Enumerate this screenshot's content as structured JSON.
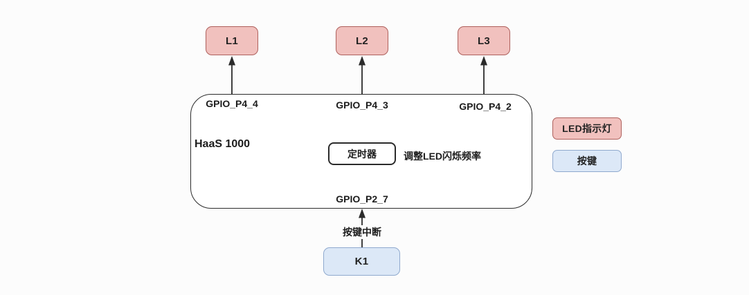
{
  "diagram": {
    "board": {
      "title": "HaaS 1000",
      "timer": {
        "label": "定时器",
        "note": "调整LED闪烁频率"
      },
      "pins": {
        "led1": "GPIO_P4_4",
        "led2": "GPIO_P4_3",
        "led3": "GPIO_P4_2",
        "key": "GPIO_P2_7"
      }
    },
    "leds": [
      {
        "id": "L1"
      },
      {
        "id": "L2"
      },
      {
        "id": "L3"
      }
    ],
    "key": {
      "id": "K1",
      "interrupt_label": "按键中断"
    },
    "legend": {
      "led": "LED指示灯",
      "key": "按键"
    },
    "colors": {
      "led_fill": "#f1c1be",
      "led_border": "#ae605c",
      "key_fill": "#dce8f7",
      "key_border": "#8fa9ce",
      "line": "#2b2b2b",
      "background": "#fcfcfc"
    }
  }
}
